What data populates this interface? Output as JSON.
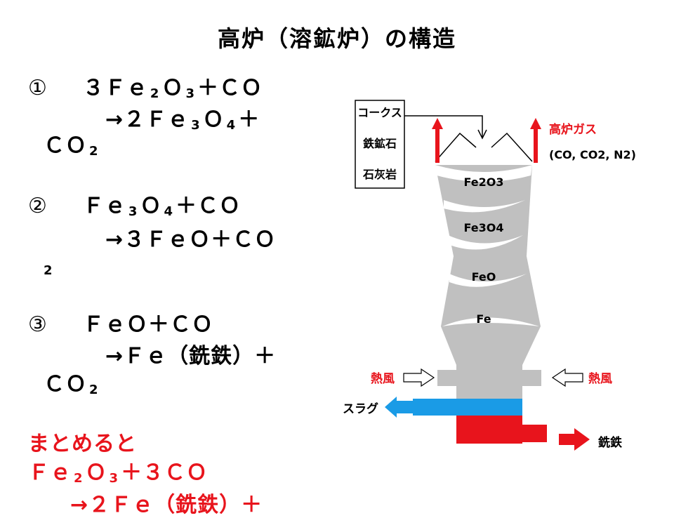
{
  "title": "高炉（溶鉱炉）の構造",
  "reactions": [
    {
      "num": "①",
      "line1": {
        "a": "３Ｆｅ",
        "s1": "2",
        "b": "Ｏ",
        "s2": "3",
        "c": "＋ＣＯ"
      },
      "line2": {
        "a": "→２Ｆｅ",
        "s1": "3",
        "b": "Ｏ",
        "s2": "4",
        "c": "＋"
      },
      "line3": {
        "a": "ＣＯ",
        "s1": "2"
      }
    },
    {
      "num": "②",
      "line1": {
        "a": "Ｆｅ",
        "s1": "3",
        "b": "Ｏ",
        "s2": "4",
        "c": "＋ＣＯ"
      },
      "line2": {
        "a": "→３ＦｅＯ＋ＣＯ"
      },
      "line3": {
        "s1": "2"
      }
    },
    {
      "num": "③",
      "line1": {
        "a": "ＦｅＯ＋ＣＯ"
      },
      "line2": {
        "a": "→Ｆｅ（銑鉄）＋"
      },
      "line3": {
        "a": "ＣＯ",
        "s1": "2"
      }
    }
  ],
  "summary": {
    "label": "まとめると",
    "line1": {
      "a": "Ｆｅ",
      "s1": "2",
      "b": "Ｏ",
      "s2": "3",
      "c": "＋３ＣＯ"
    },
    "line2": {
      "a": "→２Ｆｅ（銑鉄）＋"
    }
  },
  "diagram": {
    "inputs": [
      "コークス",
      "鉄鉱石",
      "石灰岩"
    ],
    "gas_label": "高炉ガス",
    "gas_formula": "(CO, CO2, N2)",
    "zones": [
      "Fe2O3",
      "Fe3O4",
      "FeO",
      "Fe"
    ],
    "hot_air": "熱風",
    "slag": "スラグ",
    "pig_iron": "銑鉄"
  },
  "colors": {
    "red": "#e8141c",
    "furnace": "#c0c0c0",
    "slag_blue": "#1a9be6",
    "iron_red": "#e8141c"
  }
}
